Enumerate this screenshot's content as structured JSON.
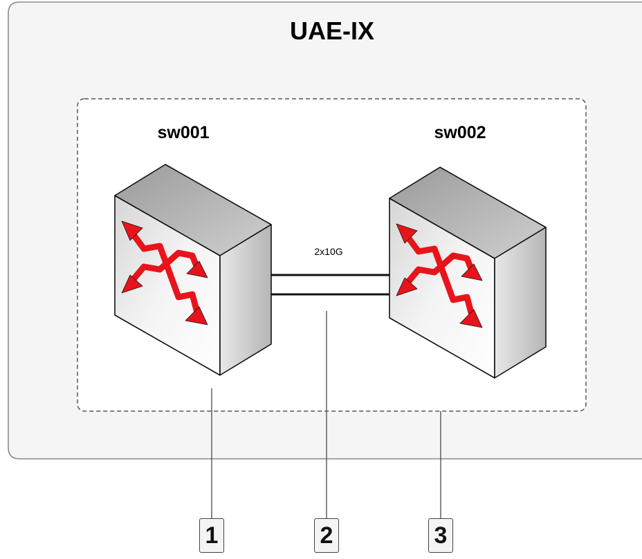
{
  "diagram": {
    "title": "UAE-IX",
    "switches": [
      {
        "name": "sw001"
      },
      {
        "name": "sw002"
      }
    ],
    "link_label": "2x10G",
    "callouts": [
      "1",
      "2",
      "3"
    ],
    "colors": {
      "ix_background": "#f5f5f5",
      "ix_border": "#8a8a8a",
      "switch_arrow": "#e8141b"
    },
    "icons": [
      "network-switch-icon",
      "network-switch-icon"
    ]
  }
}
